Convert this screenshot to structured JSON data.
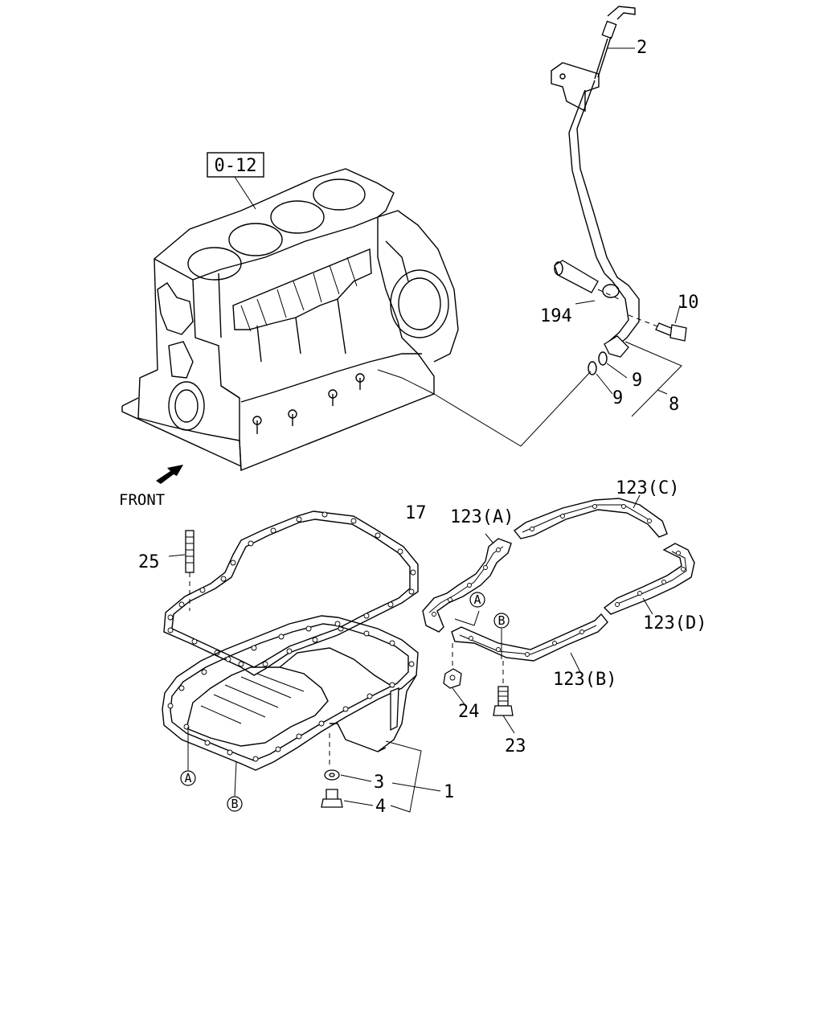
{
  "diagram": {
    "ref_box": "0-12",
    "front_label": "FRONT",
    "callouts": {
      "dipstick": "2",
      "dipstick_guide": "194",
      "bolt": "10",
      "oring_upper": "9",
      "oring_lower": "9",
      "oring_set": "8",
      "gasket": "17",
      "stud": "25",
      "gasket_a": "123(A)",
      "gasket_b": "123(B)",
      "gasket_c": "123(C)",
      "gasket_d": "123(D)",
      "nut": "24",
      "pan_bolt": "23",
      "washer": "3",
      "drain_plug": "4",
      "oil_pan": "1"
    },
    "markers": {
      "a": "A",
      "b": "B"
    }
  }
}
